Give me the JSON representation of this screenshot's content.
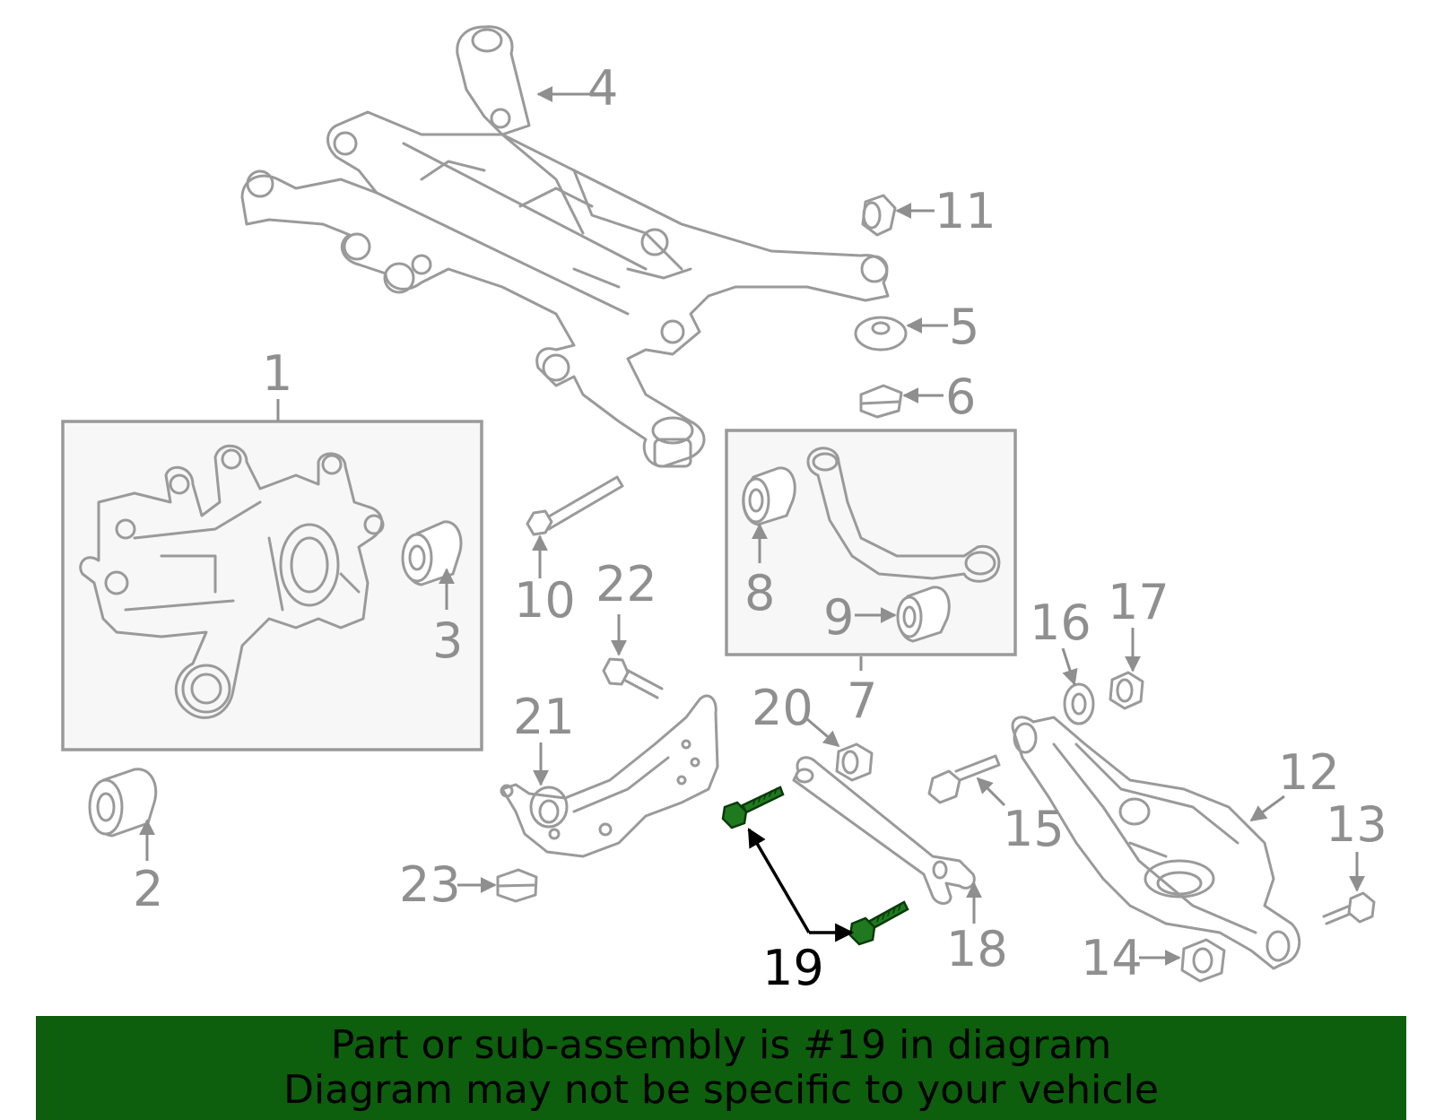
{
  "diagram": {
    "callouts": [
      "1",
      "2",
      "3",
      "4",
      "5",
      "6",
      "7",
      "8",
      "9",
      "10",
      "11",
      "12",
      "13",
      "14",
      "15",
      "16",
      "17",
      "18",
      "19",
      "20",
      "21",
      "22",
      "23"
    ],
    "highlighted_part": "19",
    "colors": {
      "highlight": "#1f7a1f",
      "line_art": "#9a9a9a",
      "banner": "#0d5e0d"
    }
  },
  "banner": {
    "line1": "Part or sub-assembly is #19 in diagram",
    "line2": "Diagram may not be specific to your vehicle"
  }
}
